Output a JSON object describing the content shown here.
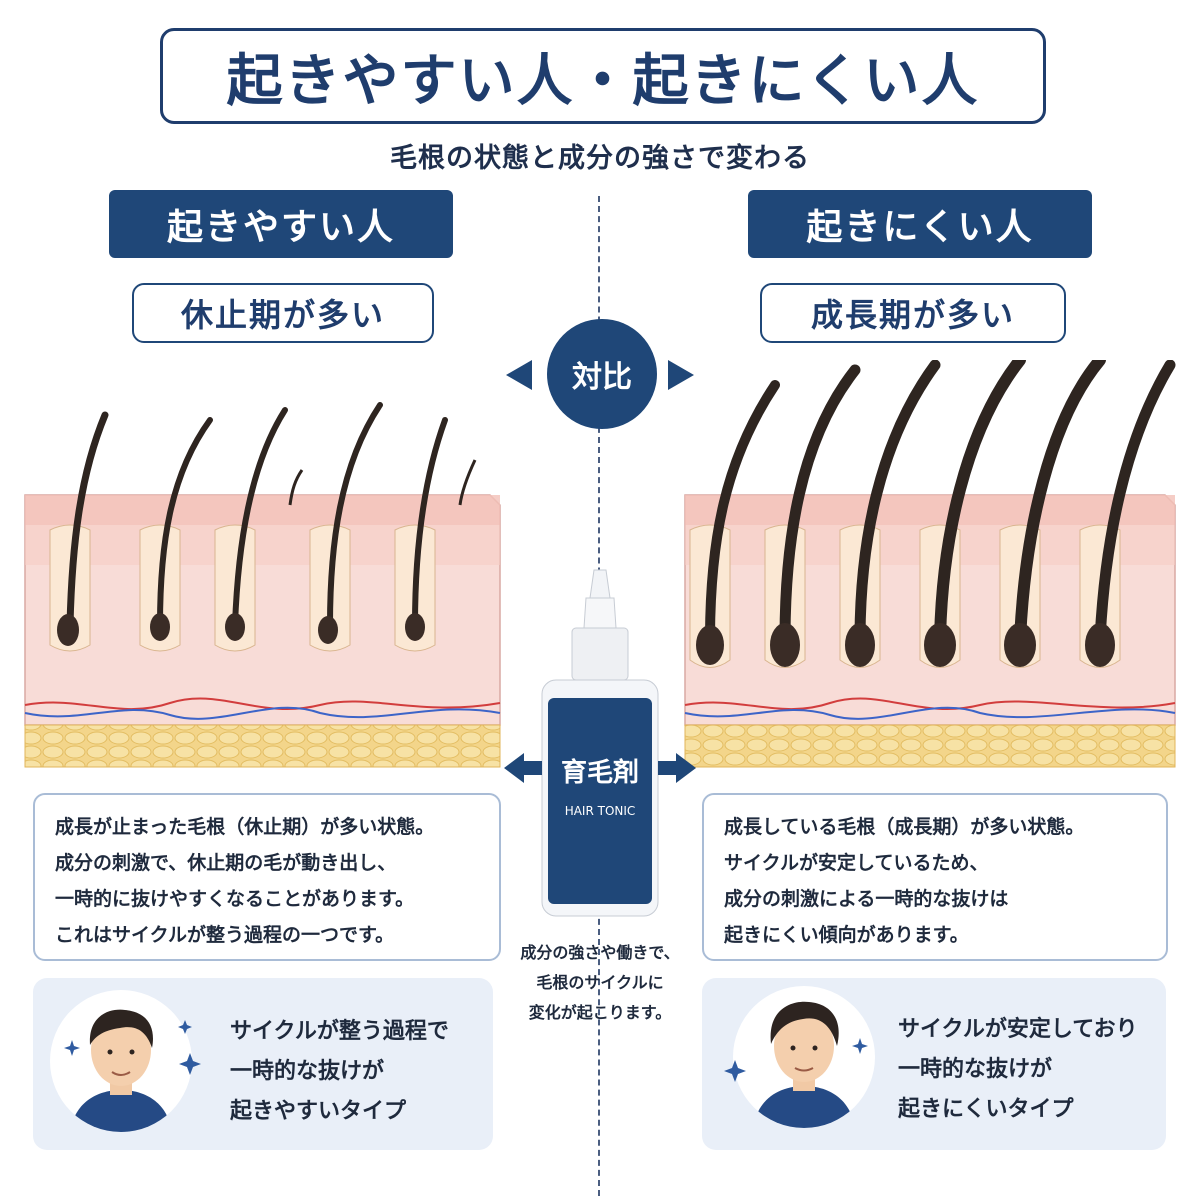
{
  "title": "起きやすい人・起きにくい人",
  "subtitle": "毛根の状態と成分の強さで変わる",
  "vs_label": "対比",
  "left": {
    "header": "起きやすい人",
    "sub": "休止期が多い",
    "desc_lines": [
      "成長が止まった毛根（休止期）が多い状態。",
      "成分の刺激で、休止期の毛が動き出し、",
      "一時的に抜けやすくなることがあります。",
      "これはサイクルが整う過程の一つです。"
    ],
    "card_lines": [
      "サイクルが整う過程で",
      "一時的な抜けが",
      "起きやすいタイプ"
    ]
  },
  "right": {
    "header": "起きにくい人",
    "sub": "成長期が多い",
    "desc_lines": [
      "成長している毛根（成長期）が多い状態。",
      "サイクルが安定しているため、",
      "成分の刺激による一時的な抜けは",
      "起きにくい傾向があります。"
    ],
    "card_lines": [
      "サイクルが安定しており",
      "一時的な抜けが",
      "起きにくいタイプ"
    ]
  },
  "bottle": {
    "label_jp": "育毛剤",
    "label_en": "HAIR TONIC",
    "note_lines": [
      "成分の強さや働きで、",
      "毛根のサイクルに",
      "変化が起こります。"
    ]
  },
  "colors": {
    "navy": "#1f4778",
    "skin": "#f6d3cf",
    "fat": "#f3d58a",
    "card_bg": "#e9eff8"
  }
}
